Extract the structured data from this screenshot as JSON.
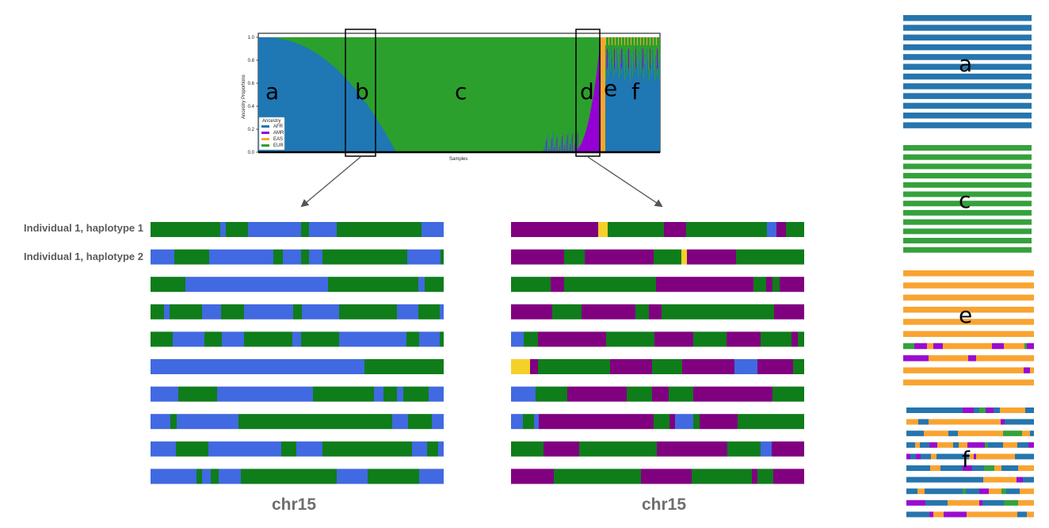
{
  "colors": {
    "AFR": "#1f77b4",
    "AMR": "#9400d3",
    "EAS": "#f7a72e",
    "EUR": "#2ca02c",
    "hap_blue": "#4169e1",
    "hap_green": "#0f7d1a",
    "hap_purple": "#800080",
    "hap_yellow": "#f5d02a",
    "tile_blue": "#2675ad",
    "tile_green": "#35a13c",
    "tile_orange": "#f9a431",
    "tile_purple": "#9a0ccf"
  },
  "chart_data": {
    "type": "area",
    "title": "",
    "xlabel": "Samples",
    "ylabel": "Ancestry Proportions",
    "ylim": [
      0,
      1.0
    ],
    "yticks": [
      "0.0",
      "0.2",
      "0.4",
      "0.6",
      "0.8",
      "1.0"
    ],
    "legend": {
      "title": "Ancestry",
      "placement": "lower-left",
      "entries": [
        "AFR",
        "AMR",
        "EAS",
        "EUR"
      ]
    },
    "series": [
      {
        "name": "AFR",
        "color_key": "AFR"
      },
      {
        "name": "AMR",
        "color_key": "AMR"
      },
      {
        "name": "EAS",
        "color_key": "EAS"
      },
      {
        "name": "EUR",
        "color_key": "EUR"
      }
    ],
    "region_labels": [
      "a",
      "b",
      "c",
      "d",
      "e",
      "f"
    ]
  },
  "row_labels": [
    "Individual 1, haplotype 1",
    "Individual 1, haplotype 2"
  ],
  "chromosome_labels": [
    "chr15",
    "chr15"
  ],
  "tile_labels": [
    "a",
    "c",
    "e",
    "f"
  ],
  "haplotypes_b": [
    [
      [
        "G",
        0,
        88
      ],
      [
        "B",
        88,
        95
      ],
      [
        "G",
        95,
        123
      ],
      [
        "B",
        123,
        190
      ],
      [
        "G",
        190,
        200
      ],
      [
        "B",
        200,
        235
      ],
      [
        "G",
        235,
        342
      ],
      [
        "B",
        342,
        370
      ]
    ],
    [
      [
        "B",
        0,
        30
      ],
      [
        "G",
        30,
        74
      ],
      [
        "B",
        74,
        155
      ],
      [
        "G",
        155,
        167
      ],
      [
        "B",
        167,
        190
      ],
      [
        "G",
        190,
        200
      ],
      [
        "B",
        200,
        217
      ],
      [
        "G",
        217,
        324
      ],
      [
        "B",
        324,
        366
      ],
      [
        "G",
        366,
        370
      ]
    ],
    [
      [
        "G",
        0,
        44
      ],
      [
        "B",
        44,
        224
      ],
      [
        "G",
        224,
        338
      ],
      [
        "B",
        338,
        346
      ],
      [
        "G",
        346,
        370
      ]
    ],
    [
      [
        "G",
        0,
        17
      ],
      [
        "B",
        17,
        24
      ],
      [
        "G",
        24,
        65
      ],
      [
        "B",
        65,
        89
      ],
      [
        "G",
        89,
        118
      ],
      [
        "B",
        118,
        180
      ],
      [
        "G",
        180,
        191
      ],
      [
        "B",
        191,
        238
      ],
      [
        "G",
        238,
        311
      ],
      [
        "B",
        311,
        338
      ],
      [
        "G",
        338,
        365
      ],
      [
        "B",
        365,
        370
      ]
    ],
    [
      [
        "G",
        0,
        28
      ],
      [
        "B",
        28,
        68
      ],
      [
        "G",
        68,
        90
      ],
      [
        "B",
        90,
        118
      ],
      [
        "G",
        118,
        179
      ],
      [
        "B",
        179,
        190
      ],
      [
        "G",
        190,
        238
      ],
      [
        "B",
        238,
        323
      ],
      [
        "G",
        323,
        339
      ],
      [
        "B",
        339,
        365
      ],
      [
        "G",
        365,
        370
      ]
    ],
    [
      [
        "B",
        0,
        270
      ],
      [
        "G",
        270,
        370
      ]
    ],
    [
      [
        "B",
        0,
        35
      ],
      [
        "G",
        35,
        84
      ],
      [
        "B",
        84,
        205
      ],
      [
        "G",
        205,
        282
      ],
      [
        "B",
        282,
        294
      ],
      [
        "G",
        294,
        311
      ],
      [
        "B",
        311,
        319
      ],
      [
        "G",
        319,
        351
      ],
      [
        "B",
        351,
        370
      ]
    ],
    [
      [
        "B",
        0,
        25
      ],
      [
        "G",
        25,
        33
      ],
      [
        "B",
        33,
        111
      ],
      [
        "G",
        111,
        305
      ],
      [
        "B",
        305,
        325
      ],
      [
        "G",
        325,
        355
      ],
      [
        "B",
        355,
        370
      ]
    ],
    [
      [
        "B",
        0,
        32
      ],
      [
        "G",
        32,
        73
      ],
      [
        "B",
        73,
        165
      ],
      [
        "G",
        165,
        184
      ],
      [
        "B",
        184,
        217
      ],
      [
        "G",
        217,
        330
      ],
      [
        "B",
        330,
        349
      ],
      [
        "G",
        349,
        363
      ],
      [
        "B",
        363,
        370
      ]
    ],
    [
      [
        "B",
        0,
        58
      ],
      [
        "G",
        58,
        65
      ],
      [
        "B",
        65,
        76
      ],
      [
        "G",
        76,
        86
      ],
      [
        "B",
        86,
        114
      ],
      [
        "G",
        114,
        235
      ],
      [
        "B",
        235,
        274
      ],
      [
        "G",
        274,
        339
      ],
      [
        "B",
        339,
        370
      ]
    ]
  ],
  "haplotypes_d": [
    [
      [
        "P",
        0,
        110
      ],
      [
        "Y",
        110,
        122
      ],
      [
        "G",
        122,
        193
      ],
      [
        "P",
        193,
        221
      ],
      [
        "G",
        221,
        323
      ],
      [
        "B",
        323,
        335
      ],
      [
        "P",
        335,
        347
      ],
      [
        "G",
        347,
        370
      ]
    ],
    [
      [
        "P",
        0,
        67
      ],
      [
        "G",
        67,
        93
      ],
      [
        "P",
        93,
        180
      ],
      [
        "G",
        180,
        215
      ],
      [
        "Y",
        215,
        222
      ],
      [
        "P",
        222,
        284
      ],
      [
        "G",
        284,
        370
      ]
    ],
    [
      [
        "G",
        0,
        50
      ],
      [
        "P",
        50,
        67
      ],
      [
        "G",
        67,
        183
      ],
      [
        "P",
        183,
        306
      ],
      [
        "G",
        306,
        322
      ],
      [
        "P",
        322,
        330
      ],
      [
        "G",
        330,
        339
      ],
      [
        "P",
        339,
        370
      ]
    ],
    [
      [
        "P",
        0,
        52
      ],
      [
        "G",
        52,
        89
      ],
      [
        "P",
        89,
        157
      ],
      [
        "G",
        157,
        174
      ],
      [
        "P",
        174,
        190
      ],
      [
        "G",
        190,
        332
      ],
      [
        "P",
        332,
        370
      ]
    ],
    [
      [
        "B",
        0,
        16
      ],
      [
        "G",
        16,
        34
      ],
      [
        "P",
        34,
        120
      ],
      [
        "G",
        120,
        181
      ],
      [
        "P",
        181,
        230
      ],
      [
        "G",
        230,
        272
      ],
      [
        "P",
        272,
        315
      ],
      [
        "G",
        315,
        354
      ],
      [
        "P",
        354,
        362
      ],
      [
        "G",
        362,
        370
      ]
    ],
    [
      [
        "Y",
        0,
        24
      ],
      [
        "P",
        24,
        34
      ],
      [
        "G",
        34,
        125
      ],
      [
        "P",
        125,
        178
      ],
      [
        "G",
        178,
        216
      ],
      [
        "P",
        216,
        282
      ],
      [
        "B",
        282,
        311
      ],
      [
        "P",
        311,
        356
      ],
      [
        "G",
        356,
        370
      ]
    ],
    [
      [
        "B",
        0,
        31
      ],
      [
        "G",
        31,
        71
      ],
      [
        "P",
        71,
        146
      ],
      [
        "G",
        146,
        178
      ],
      [
        "P",
        178,
        199
      ],
      [
        "G",
        199,
        230
      ],
      [
        "P",
        230,
        330
      ],
      [
        "G",
        330,
        370
      ]
    ],
    [
      [
        "B",
        0,
        15
      ],
      [
        "G",
        15,
        29
      ],
      [
        "B",
        29,
        35
      ],
      [
        "P",
        35,
        180
      ],
      [
        "G",
        180,
        200
      ],
      [
        "P",
        200,
        207
      ],
      [
        "B",
        207,
        230
      ],
      [
        "G",
        230,
        238
      ],
      [
        "P",
        238,
        286
      ],
      [
        "G",
        286,
        370
      ]
    ],
    [
      [
        "G",
        0,
        41
      ],
      [
        "P",
        41,
        86
      ],
      [
        "G",
        86,
        184
      ],
      [
        "P",
        184,
        273
      ],
      [
        "G",
        273,
        315
      ],
      [
        "B",
        315,
        329
      ],
      [
        "P",
        329,
        370
      ]
    ],
    [
      [
        "P",
        0,
        54
      ],
      [
        "G",
        54,
        164
      ],
      [
        "P",
        164,
        228
      ],
      [
        "G",
        228,
        304
      ],
      [
        "P",
        304,
        311
      ],
      [
        "G",
        311,
        331
      ],
      [
        "P",
        331,
        370
      ]
    ]
  ],
  "tile_e_rows": [
    [
      [
        "O",
        0,
        165
      ]
    ],
    [
      [
        "O",
        0,
        165
      ]
    ],
    [
      [
        "O",
        0,
        165
      ]
    ],
    [
      [
        "O",
        0,
        165
      ]
    ],
    [
      [
        "O",
        0,
        165
      ]
    ],
    [
      [
        "O",
        0,
        165
      ]
    ],
    [
      [
        "G",
        0,
        14
      ],
      [
        "P",
        14,
        30
      ],
      [
        "O",
        30,
        38
      ],
      [
        "P",
        38,
        50
      ],
      [
        "O",
        50,
        112
      ],
      [
        "P",
        112,
        127
      ],
      [
        "O",
        127,
        153
      ],
      [
        "G",
        153,
        156
      ],
      [
        "P",
        156,
        165
      ]
    ],
    [
      [
        "P",
        0,
        32
      ],
      [
        "O",
        32,
        82
      ],
      [
        "P",
        82,
        92
      ],
      [
        "O",
        92,
        165
      ]
    ],
    [
      [
        "O",
        0,
        152
      ],
      [
        "P",
        152,
        160
      ],
      [
        "O",
        160,
        165
      ]
    ],
    [
      [
        "O",
        0,
        165
      ]
    ]
  ],
  "tile_f_rows": [
    [
      [
        "T",
        0,
        71
      ],
      [
        "P",
        71,
        85
      ],
      [
        "T",
        85,
        92
      ],
      [
        "G",
        92,
        100
      ],
      [
        "P",
        100,
        110
      ],
      [
        "T",
        110,
        118
      ],
      [
        "O",
        118,
        150
      ],
      [
        "T",
        150,
        161
      ]
    ],
    [
      [
        "O",
        0,
        15
      ],
      [
        "T",
        15,
        28
      ],
      [
        "O",
        28,
        119
      ],
      [
        "P",
        119,
        124
      ],
      [
        "T",
        124,
        161
      ]
    ],
    [
      [
        "T",
        0,
        22
      ],
      [
        "O",
        22,
        53
      ],
      [
        "T",
        53,
        65
      ],
      [
        "O",
        65,
        122
      ],
      [
        "G",
        122,
        146
      ],
      [
        "O",
        146,
        156
      ],
      [
        "T",
        156,
        161
      ]
    ],
    [
      [
        "T",
        0,
        11
      ],
      [
        "O",
        11,
        17
      ],
      [
        "T",
        17,
        29
      ],
      [
        "P",
        29,
        39
      ],
      [
        "O",
        39,
        59
      ],
      [
        "T",
        59,
        66
      ],
      [
        "O",
        66,
        77
      ],
      [
        "P",
        77,
        99
      ],
      [
        "G",
        99,
        103
      ],
      [
        "T",
        103,
        122
      ],
      [
        "O",
        122,
        140
      ],
      [
        "T",
        140,
        154
      ],
      [
        "P",
        154,
        161
      ]
    ],
    [
      [
        "P",
        0,
        5
      ],
      [
        "T",
        5,
        12
      ],
      [
        "P",
        12,
        18
      ],
      [
        "T",
        18,
        31
      ],
      [
        "O",
        31,
        38
      ],
      [
        "T",
        38,
        79
      ],
      [
        "O",
        79,
        85
      ],
      [
        "P",
        85,
        88
      ],
      [
        "O",
        88,
        137
      ],
      [
        "T",
        137,
        161
      ]
    ],
    [
      [
        "T",
        0,
        30
      ],
      [
        "O",
        30,
        43
      ],
      [
        "T",
        43,
        71
      ],
      [
        "P",
        71,
        83
      ],
      [
        "T",
        83,
        98
      ],
      [
        "G",
        98,
        111
      ],
      [
        "O",
        111,
        120
      ],
      [
        "T",
        120,
        141
      ],
      [
        "O",
        141,
        161
      ]
    ],
    [
      [
        "T",
        0,
        97
      ],
      [
        "O",
        97,
        139
      ],
      [
        "P",
        139,
        147
      ],
      [
        "T",
        147,
        161
      ]
    ],
    [
      [
        "T",
        0,
        14
      ],
      [
        "O",
        14,
        23
      ],
      [
        "T",
        23,
        71
      ],
      [
        "G",
        71,
        75
      ],
      [
        "T",
        75,
        92
      ],
      [
        "P",
        92,
        104
      ],
      [
        "O",
        104,
        120
      ],
      [
        "G",
        120,
        126
      ],
      [
        "T",
        126,
        143
      ],
      [
        "O",
        143,
        161
      ]
    ],
    [
      [
        "P",
        0,
        24
      ],
      [
        "T",
        24,
        52
      ],
      [
        "O",
        52,
        92
      ],
      [
        "P",
        92,
        96
      ],
      [
        "T",
        96,
        123
      ],
      [
        "G",
        123,
        141
      ],
      [
        "O",
        141,
        161
      ]
    ],
    [
      [
        "T",
        0,
        29
      ],
      [
        "P",
        29,
        34
      ],
      [
        "O",
        34,
        47
      ],
      [
        "P",
        47,
        76
      ],
      [
        "O",
        76,
        140
      ],
      [
        "T",
        140,
        152
      ],
      [
        "O",
        152,
        161
      ]
    ]
  ]
}
